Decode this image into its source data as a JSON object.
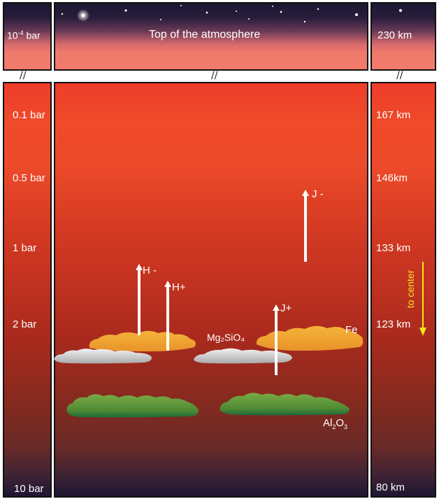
{
  "top_band": {
    "left_label_base": "10",
    "left_label_exp": "-4",
    "left_label_unit": " bar",
    "center_label": "Top of the atmosphere",
    "right_label": "230 km"
  },
  "break_marks": [
    "//",
    "//",
    "//"
  ],
  "pressure_labels": [
    "0.1 bar",
    "0.5 bar",
    "1 bar",
    "2 bar",
    "10 bar"
  ],
  "altitude_labels": [
    "167 km",
    "146km",
    "133 km",
    "123 km",
    "80 km"
  ],
  "direction_label": "to center",
  "cloud_labels": {
    "forsterite": "Mg₂SiO₄",
    "iron": "Fe",
    "corundum_base": "Al",
    "corundum_sub1": "2",
    "corundum_mid": "O",
    "corundum_sub2": "3"
  },
  "arrow_labels": {
    "h_minus": "H -",
    "h_plus": "H+",
    "j_plus": "J+",
    "j_minus": "J -"
  },
  "colors": {
    "iron_cloud": "#f0a030",
    "silicate_cloud": "#d8d8d8",
    "corundum_cloud": "#5e9a3a",
    "direction_arrow": "#f5e61a",
    "arrow": "#ffffff"
  }
}
